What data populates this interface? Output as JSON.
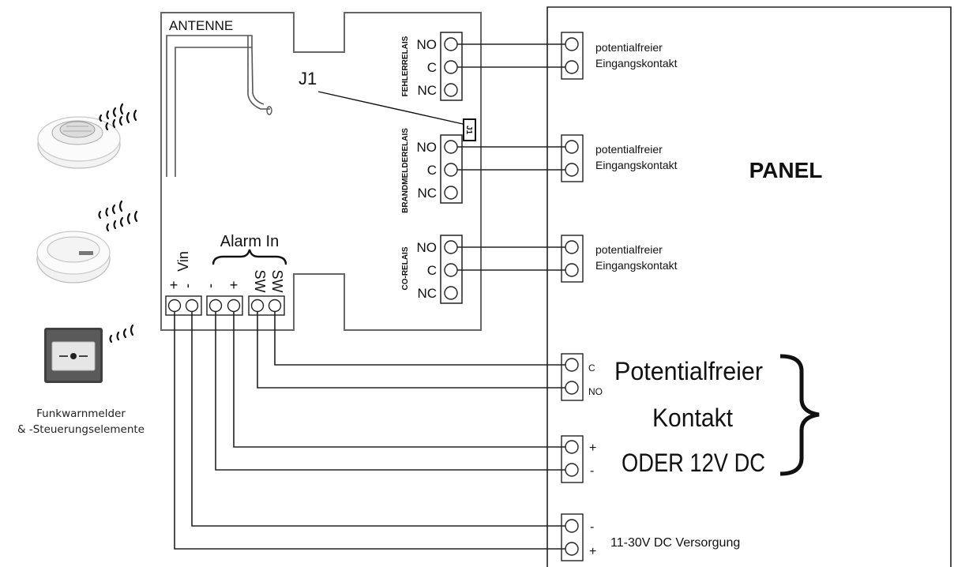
{
  "module": {
    "antenna_label": "ANTENNE",
    "jumper_label": "J1",
    "jumper_chip": "J1",
    "relays": [
      {
        "name": "FEHLERRELAIS",
        "terminals": [
          "NO",
          "C",
          "NC"
        ]
      },
      {
        "name": "BRANDMELDERELAIS",
        "terminals": [
          "NO",
          "C",
          "NC"
        ]
      },
      {
        "name": "CO-RELAIS",
        "terminals": [
          "NO",
          "C",
          "NC"
        ]
      }
    ],
    "alarm_in_label": "Alarm In",
    "vin_label": "Vin",
    "bottom_terminals": [
      "+",
      "-",
      "-",
      "+",
      "SW",
      "SW"
    ]
  },
  "panel": {
    "title": "PANEL",
    "contact_lines": [
      "potentialfreier",
      "Eingangskontakt"
    ],
    "sw_terminals": [
      "C",
      "NO"
    ],
    "dc_terminals": [
      "+",
      "-"
    ],
    "supply_terminals": [
      "-",
      "+"
    ],
    "output_lines": [
      "Potentialfreier",
      "Kontakt",
      "ODER 12V DC"
    ],
    "supply_label": "11-30V DC Versorgung"
  },
  "devices": {
    "icons": [
      "smoke-detector-icon",
      "heat-alarm-icon",
      "call-point-icon"
    ],
    "caption_lines": [
      "Funkwarnmelder",
      "& -Steuerungselemente"
    ]
  }
}
